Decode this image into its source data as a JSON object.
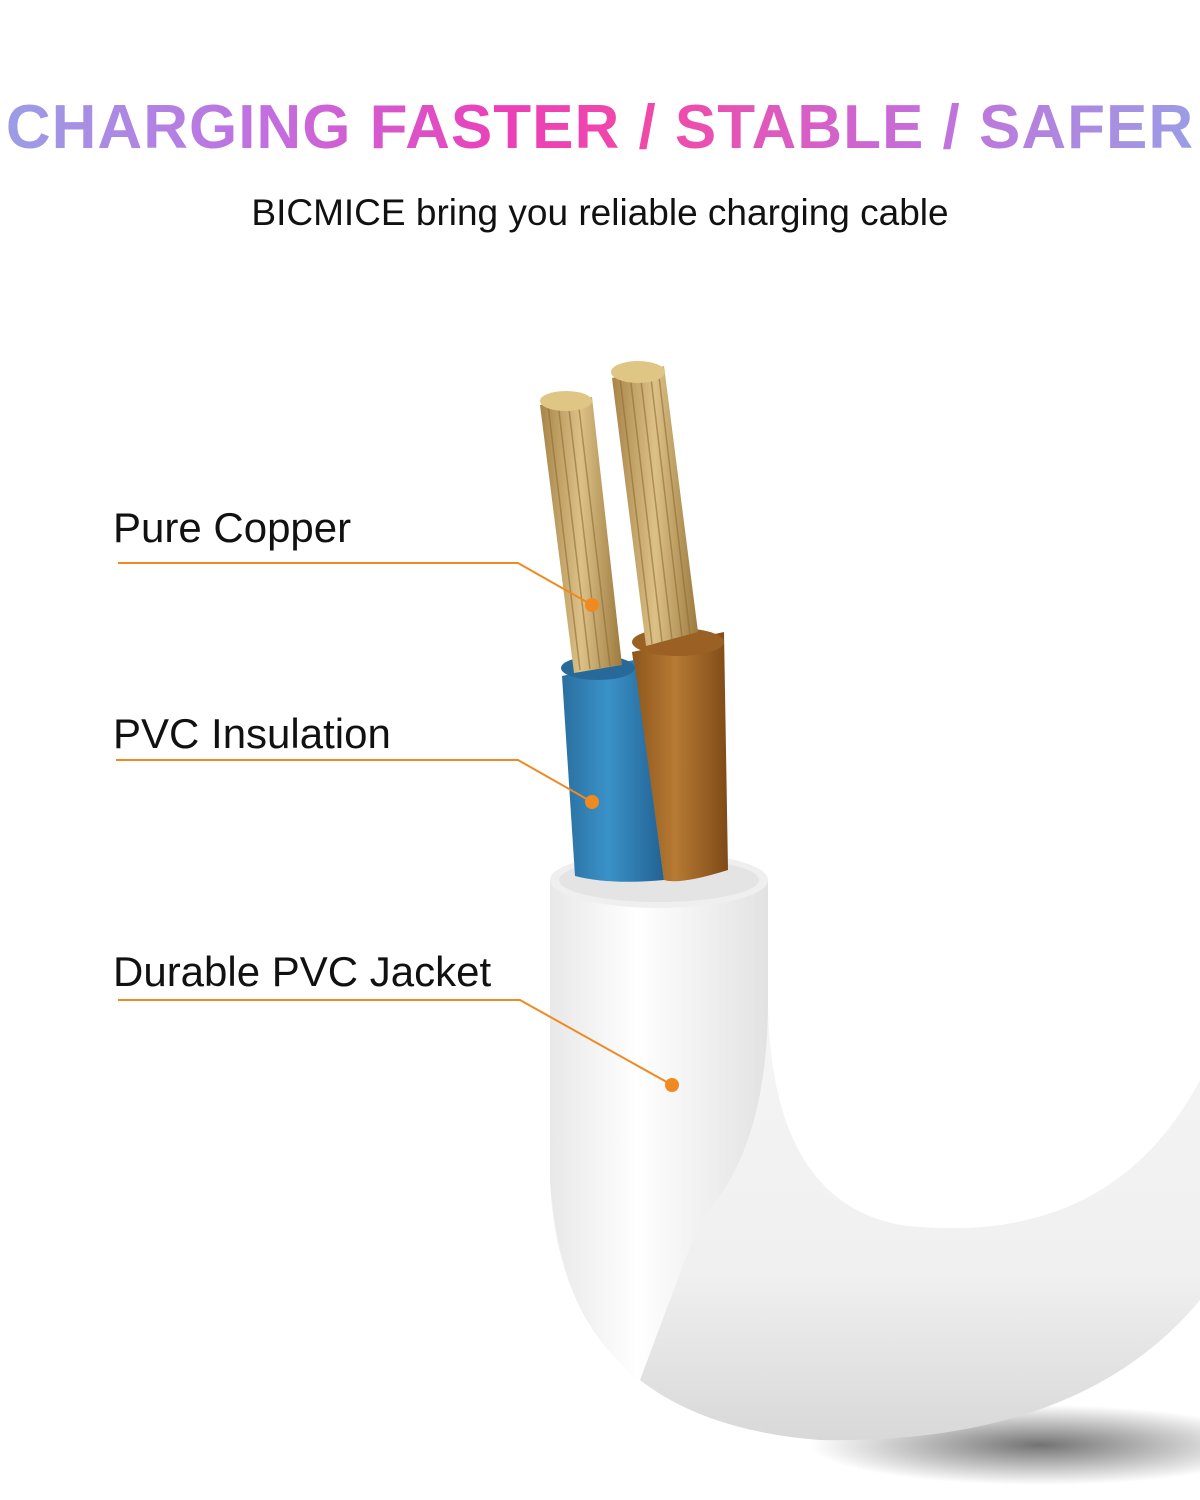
{
  "header": {
    "headline": "CHARGING FASTER / STABLE / SAFER",
    "subheadline": "BICMICE bring you reliable charging cable"
  },
  "callouts": [
    {
      "label": "Pure Copper"
    },
    {
      "label": "PVC Insulation"
    },
    {
      "label": "Durable PVC Jacket"
    }
  ],
  "colors": {
    "callout_line": "#f08a20",
    "copper": "#c9a766",
    "blue_insulation": "#2f80b4",
    "brown_insulation": "#a86a2a",
    "jacket": "#f4f4f4"
  }
}
